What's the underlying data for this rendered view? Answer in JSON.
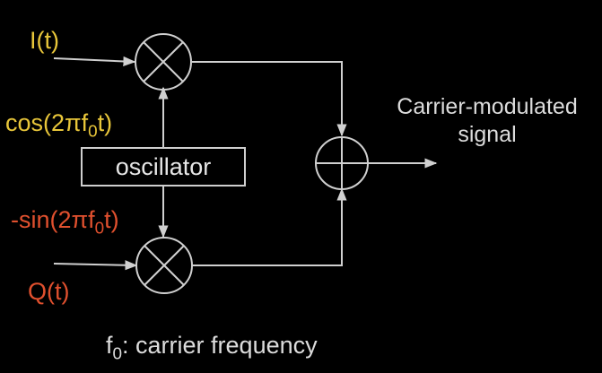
{
  "inputs": {
    "i_label": "I(t)",
    "q_label": "Q(t)"
  },
  "carriers": {
    "cos": {
      "prefix": "cos(2πf",
      "sub": "0",
      "suffix": "t)"
    },
    "sin": {
      "prefix": "-sin(2πf",
      "sub": "0",
      "suffix": "t)"
    }
  },
  "oscillator": {
    "label": "oscillator"
  },
  "output": {
    "line1": "Carrier-modulated",
    "line2": "signal"
  },
  "footnote": {
    "symbol": "f",
    "sub": "0",
    "text": ": carrier frequency"
  },
  "colors": {
    "background": "#000000",
    "in_phase": "#e8c63a",
    "quadrature": "#e0502e",
    "lines": "#d0d0d0",
    "text": "#dcdcdc"
  },
  "icons": {
    "mixer": "circle-times-icon",
    "adder": "circle-plus-icon"
  }
}
